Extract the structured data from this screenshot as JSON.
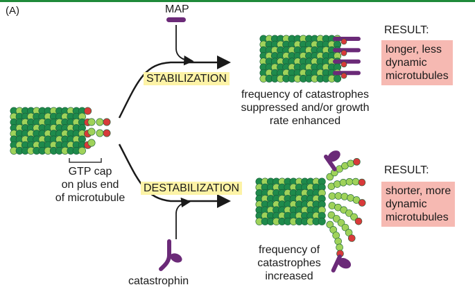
{
  "panel_label": "(A)",
  "map_label": "MAP",
  "stabilization_label": "STABILIZATION",
  "destabilization_label": "DESTABILIZATION",
  "gtp_cap": [
    "GTP cap",
    "on plus end",
    "of microtubule"
  ],
  "stabilized_caption": [
    "frequency of catastrophes",
    "suppressed and/or growth",
    "rate enhanced"
  ],
  "destabilized_caption": [
    "frequency of",
    "catastrophes",
    "increased"
  ],
  "catastrophin_label": "catastrophin",
  "result_top": {
    "heading": "RESULT:",
    "lines": [
      "longer, less",
      "dynamic",
      "microtubules"
    ]
  },
  "result_bottom": {
    "heading": "RESULT:",
    "lines": [
      "shorter, more",
      "dynamic",
      "microtubules"
    ]
  },
  "colors": {
    "tubulin_dark": "#1f8a4c",
    "tubulin_light": "#9fd25a",
    "gtp_red": "#d83a3a",
    "protein_purple": "#6b2a78",
    "highlight_yellow": "#fdf3a6",
    "result_pink": "#f6b9b2",
    "frame_green": "#1f8a3a"
  }
}
